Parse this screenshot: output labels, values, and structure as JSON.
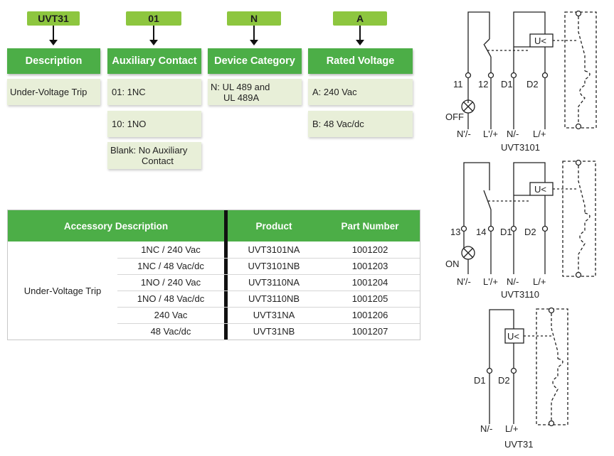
{
  "codes": [
    {
      "tag": "UVT31",
      "header": "Description",
      "options": [
        "Under-Voltage Trip"
      ]
    },
    {
      "tag": "01",
      "header": "Auxiliary Contact",
      "options": [
        "01:   1NC",
        "10:   1NO",
        "Blank: No Auxiliary",
        "Contact"
      ]
    },
    {
      "tag": "N",
      "header": "Device Category",
      "options": [
        "N: UL 489 and",
        "UL 489A"
      ]
    },
    {
      "tag": "A",
      "header": "Rated Voltage",
      "options": [
        "A: 240 Vac",
        "B: 48 Vac/dc"
      ]
    }
  ],
  "table": {
    "headers": [
      "Accessory Description",
      "Product",
      "Part Number"
    ],
    "group": "Under-Voltage Trip",
    "rows": [
      {
        "desc": "1NC / 240 Vac",
        "product": "UVT3101NA",
        "part": "1001202"
      },
      {
        "desc": "1NC / 48 Vac/dc",
        "product": "UVT3101NB",
        "part": "1001203"
      },
      {
        "desc": "1NO / 240 Vac",
        "product": "UVT3110NA",
        "part": "1001204"
      },
      {
        "desc": "1NO / 48 Vac/dc",
        "product": "UVT3110NB",
        "part": "1001205"
      },
      {
        "desc": "240 Vac",
        "product": "UVT31NA",
        "part": "1001206"
      },
      {
        "desc": "48 Vac/dc",
        "product": "UVT31NB",
        "part": "1001207"
      }
    ]
  },
  "diagrams": {
    "d1": {
      "t1": "11",
      "t2": "12",
      "d1": "D1",
      "d2": "D2",
      "lamp": "OFF",
      "n1": "N'/-",
      "l1": "L'/+",
      "n2": "N/-",
      "l2": "L/+",
      "coil": "U<",
      "name": "UVT3101"
    },
    "d2": {
      "t1": "13",
      "t2": "14",
      "d1": "D1",
      "d2": "D2",
      "lamp": "ON",
      "n1": "N'/-",
      "l1": "L'/+",
      "n2": "N/-",
      "l2": "L/+",
      "coil": "U<",
      "name": "UVT3110"
    },
    "d3": {
      "d1": "D1",
      "d2": "D2",
      "n2": "N/-",
      "l2": "L/+",
      "coil": "U<",
      "name": "UVT31"
    }
  },
  "colors": {
    "green": "#4cae47",
    "lime": "#8dc63f",
    "cell": "#e8efd8"
  }
}
